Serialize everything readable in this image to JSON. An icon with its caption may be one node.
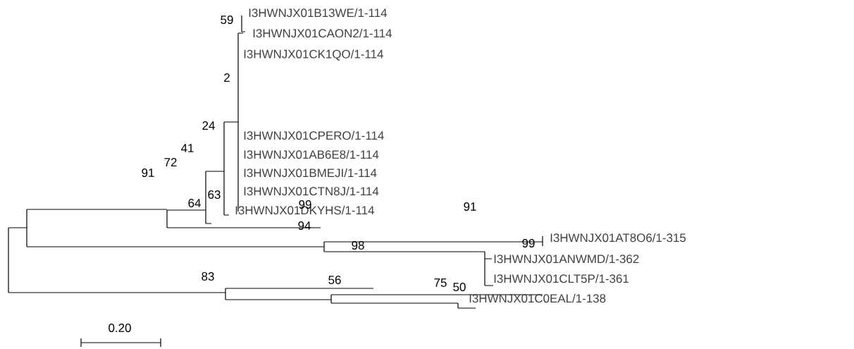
{
  "diagram": {
    "labels": [
      "I3HWNJX01B13WE/1-114",
      "59",
      "I3HWNJX01CAON2/1-114",
      "I3HWNJX01CK1QO/1-114",
      "2",
      "24",
      "I3HWNJX01CPERO/1-114",
      "41",
      "I3HWNJX01AB6E8/1-114",
      "72",
      "91",
      "I3HWNJX01BMEJI/1-114",
      "63",
      "I3HWNJX01CTN8J/1-114",
      "64",
      "I3HWNJX01DKYHS/1-114",
      "99",
      "91",
      "94",
      "I3HWNJX01AT8O6/1-315",
      "98",
      "99",
      "I3HWNJX01ANWMD/1-362",
      "83",
      "56",
      "75",
      "50",
      "I3HWNJX01CLT5P/1-361",
      "I3HWNJX01C0EAL/1-138",
      "0.20"
    ]
  }
}
